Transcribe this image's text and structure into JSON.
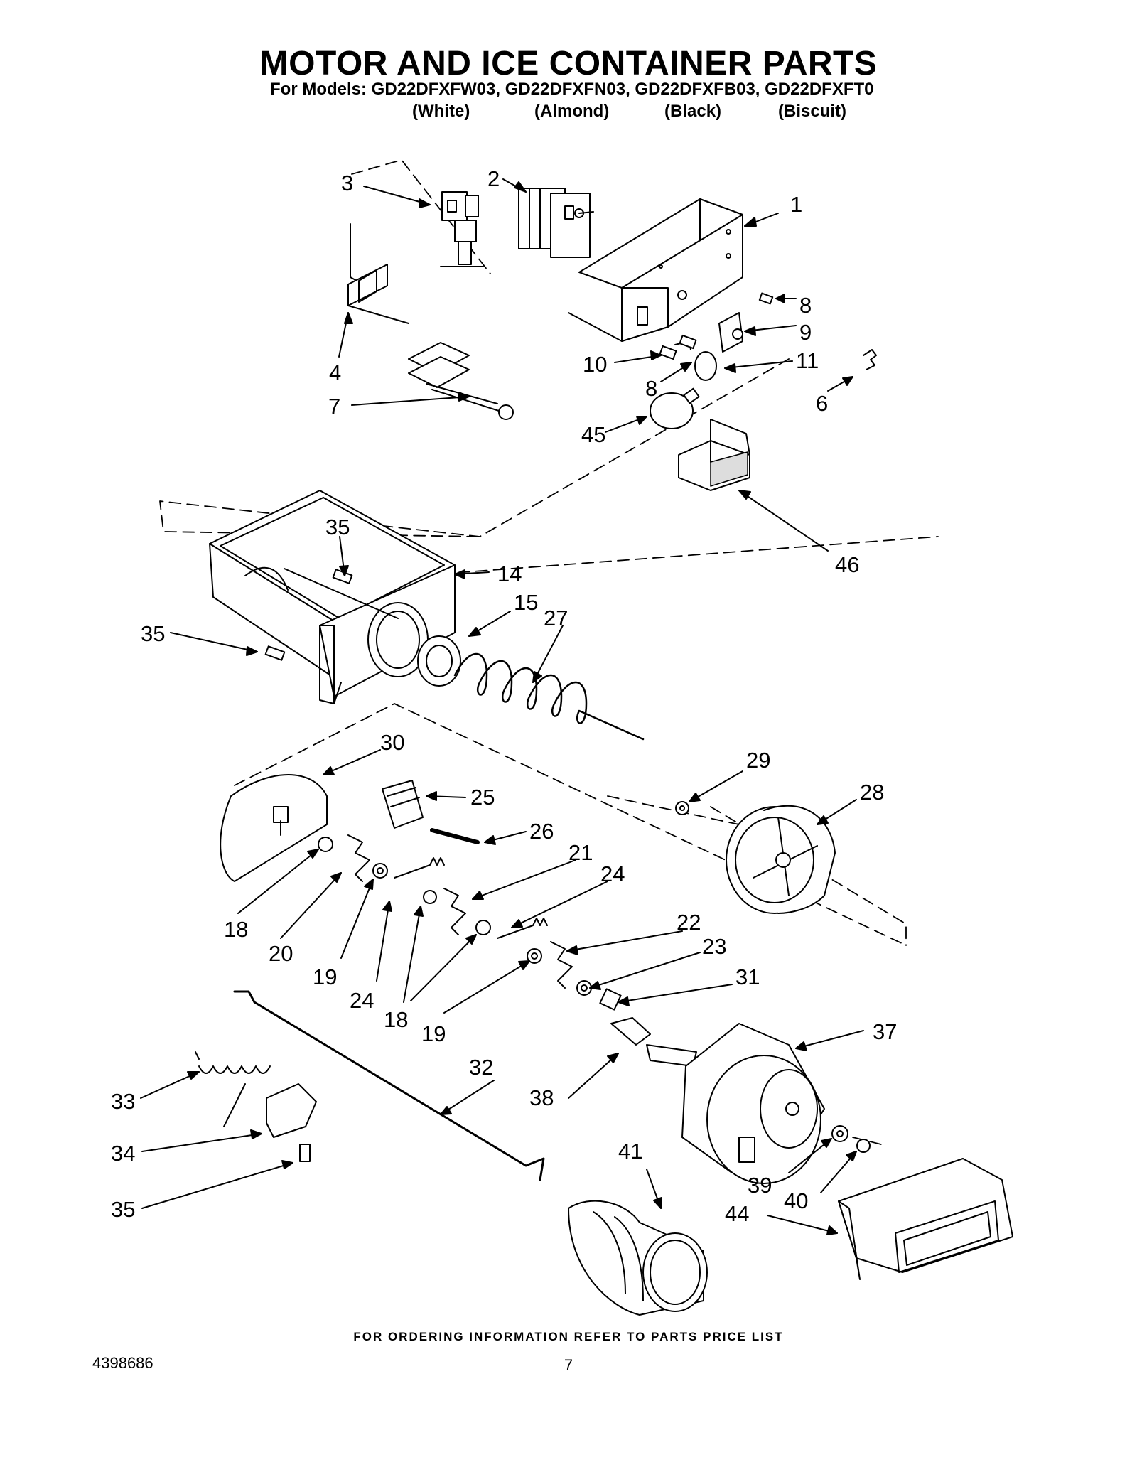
{
  "header": {
    "title": "MOTOR AND ICE CONTAINER PARTS",
    "models_line": "For Models: GD22DFXFW03, GD22DFXFN03, GD22DFXFB03, GD22DFXFT0",
    "colors": [
      "(White)",
      "(Almond)",
      "(Black)",
      "(Biscuit)"
    ]
  },
  "callouts": [
    "1",
    "2",
    "3",
    "4",
    "7",
    "8",
    "9",
    "10",
    "8",
    "11",
    "6",
    "45",
    "46",
    "35",
    "14",
    "15",
    "27",
    "35",
    "30",
    "29",
    "25",
    "28",
    "26",
    "21",
    "24",
    "18",
    "20",
    "19",
    "24",
    "18",
    "22",
    "23",
    "31",
    "19",
    "37",
    "32",
    "33",
    "38",
    "41",
    "34",
    "39",
    "40",
    "44",
    "35"
  ],
  "footer": {
    "ordering_note": "FOR ORDERING INFORMATION REFER TO PARTS PRICE LIST",
    "doc_number": "4398686",
    "page_number": "7"
  }
}
